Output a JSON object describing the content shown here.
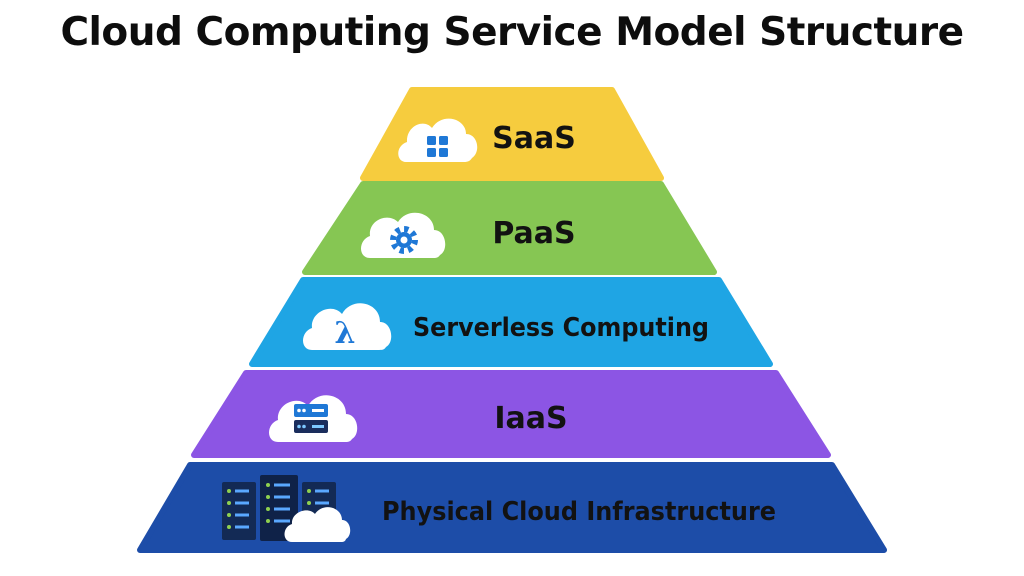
{
  "title": "Cloud Computing Service Model Structure",
  "tiers": [
    {
      "label": "SaaS",
      "icon": "grid-app-icon",
      "color": "#f6cc3e"
    },
    {
      "label": "PaaS",
      "icon": "gear-icon",
      "color": "#86c653"
    },
    {
      "label": "Serverless Computing",
      "icon": "lambda-icon",
      "color": "#1fa5e4"
    },
    {
      "label": "IaaS",
      "icon": "server-icon",
      "color": "#8c55e4"
    },
    {
      "label": "Physical Cloud Infrastructure",
      "icon": "server-rack-icon",
      "color": "#1d4da8"
    }
  ]
}
